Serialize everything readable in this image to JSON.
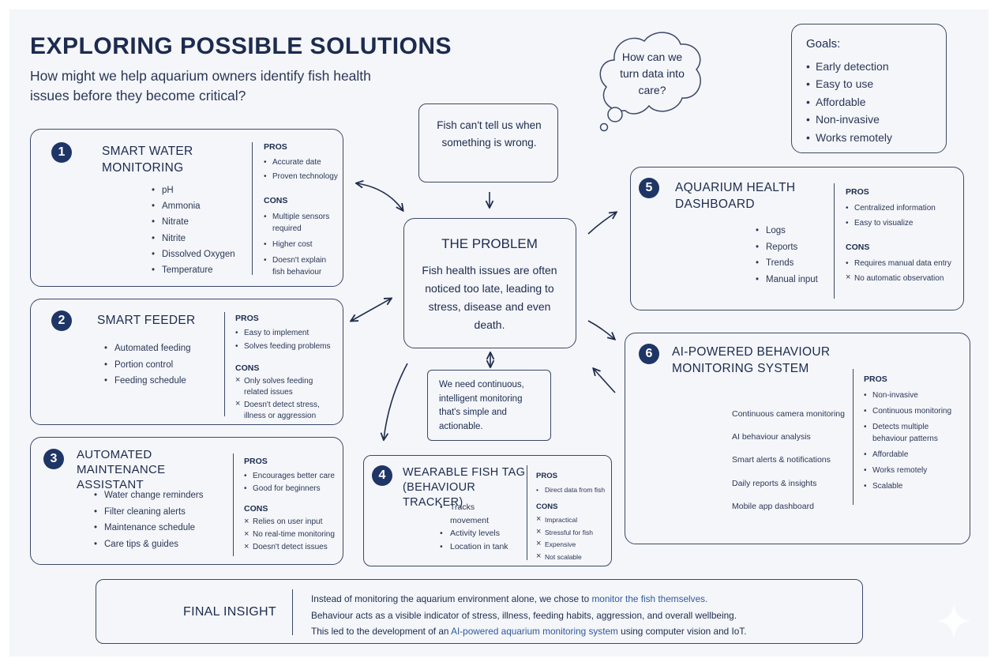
{
  "header": {
    "title": "EXPLORING POSSIBLE SOLUTIONS",
    "subtitle": "How might we help aquarium owners identify fish health issues before they become critical?"
  },
  "thought_bubble": {
    "text": "How can we turn data into care?"
  },
  "goals": {
    "label": "Goals:",
    "items": [
      "Early detection",
      "Easy to use",
      "Affordable",
      "Non-invasive",
      "Works remotely"
    ]
  },
  "fish_note": {
    "text": "Fish can't tell us when something is wrong."
  },
  "problem": {
    "title": "THE PROBLEM",
    "text": "Fish health issues are often noticed too late, leading to stress, disease and even death."
  },
  "need": {
    "text": "We need continuous, intelligent monitoring that's simple and actionable."
  },
  "labels": {
    "pros": "PROS",
    "cons": "CONS"
  },
  "solutions": [
    {
      "number": "1",
      "title": "SMART WATER MONITORING",
      "features": [
        "pH",
        "Ammonia",
        "Nitrate",
        "Nitrite",
        "Dissolved Oxygen",
        "Temperature"
      ],
      "pros": [
        "Accurate date",
        "Proven technology"
      ],
      "cons": [
        "Multiple sensors required",
        "Higher cost",
        "Doesn't explain fish behaviour"
      ]
    },
    {
      "number": "2",
      "title": "SMART FEEDER",
      "features": [
        "Automated feeding",
        "Portion control",
        "Feeding schedule"
      ],
      "pros": [
        "Easy to implement",
        "Solves feeding problems"
      ],
      "cons": [
        "Only solves feeding related issues",
        "Doesn't detect stress, illness or aggression"
      ]
    },
    {
      "number": "3",
      "title": "AUTOMATED MAINTENANCE ASSISTANT",
      "features": [
        "Water change reminders",
        "Filter cleaning alerts",
        "Maintenance schedule",
        "Care tips & guides"
      ],
      "pros": [
        "Encourages better care",
        "Good for beginners"
      ],
      "cons": [
        "Relies on user input",
        "No real-time monitoring",
        "Doesn't detect issues"
      ]
    },
    {
      "number": "4",
      "title": "WEARABLE FISH TAG (BEHAVIOUR TRACKER)",
      "features": [
        "Tracks movement",
        "Activity levels",
        "Location in tank"
      ],
      "pros": [
        "Direct data from fish"
      ],
      "cons": [
        "Impractical",
        "Stressful for fish",
        "Expensive",
        "Not scalable"
      ]
    },
    {
      "number": "5",
      "title": "AQUARIUM HEALTH DASHBOARD",
      "features": [
        "Logs",
        "Reports",
        "Trends",
        "Manual input"
      ],
      "pros": [
        "Centralized information",
        "Easy to visualize"
      ],
      "cons": [
        "Requires manual data entry",
        "No automatic observation"
      ]
    },
    {
      "number": "6",
      "title": "AI-POWERED BEHAVIOUR MONITORING SYSTEM",
      "features": [
        "Continuous camera monitoring",
        "AI behaviour analysis",
        "Smart alerts & notifications",
        "Daily reports & insights",
        "Mobile app dashboard"
      ],
      "pros": [
        "Non-invasive",
        "Continuous monitoring",
        "Detects multiple behaviour patterns",
        "Affordable",
        "Works remotely",
        "Scalable"
      ],
      "cons": []
    }
  ],
  "final_insight": {
    "label": "FINAL INSIGHT",
    "line1_pre": "Instead of monitoring the aquarium environment alone, we chose to ",
    "line1_hl": "monitor the fish themselves.",
    "line2": "Behaviour acts as a visible indicator of stress, illness, feeding habits, aggression, and overall wellbeing.",
    "line3_pre": "This led to the development of an ",
    "line3_hl": "AI-powered aquarium monitoring system",
    "line3_post": " using computer vision and IoT."
  },
  "colors": {
    "ink": "#1c2b4e",
    "badge": "#1e3566",
    "highlight": "#2e5a9c",
    "background": "#f5f6fa"
  }
}
